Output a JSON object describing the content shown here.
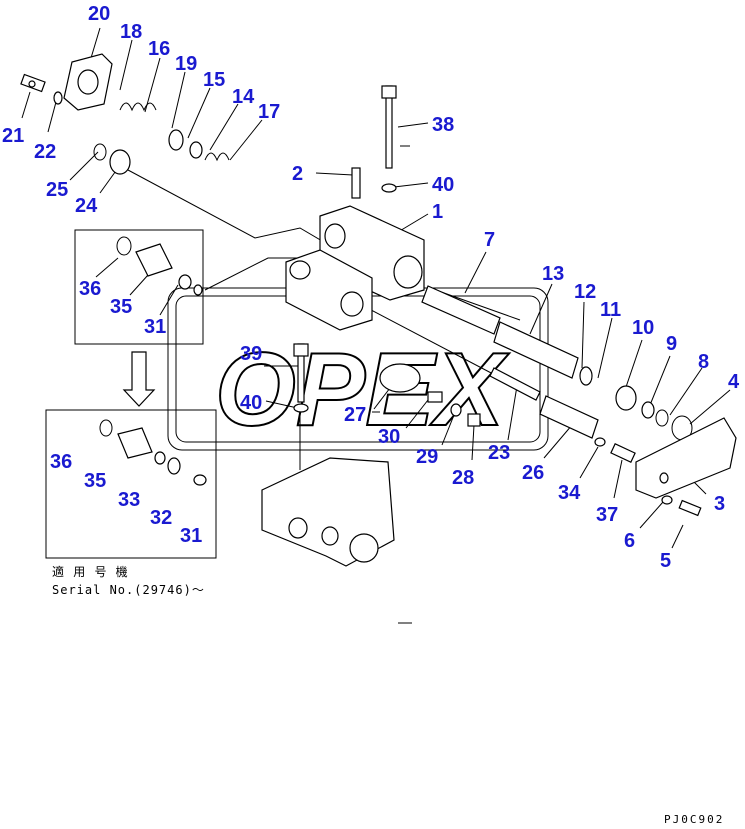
{
  "watermark": "OPEX",
  "callouts": [
    "20",
    "18",
    "16",
    "19",
    "15",
    "14",
    "17",
    "21",
    "22",
    "25",
    "24",
    "38",
    "2",
    "40",
    "1",
    "7",
    "13",
    "12",
    "11",
    "10",
    "9",
    "8",
    "4",
    "36",
    "35",
    "31",
    "39",
    "40",
    "27",
    "30",
    "29",
    "28",
    "23",
    "26",
    "34",
    "37",
    "3",
    "6",
    "5",
    "36",
    "35",
    "33",
    "32",
    "31"
  ],
  "applicability": {
    "label": "適 用 号 機",
    "serial": "Serial No.(29746)～"
  },
  "drawing_code": "PJ0C902"
}
